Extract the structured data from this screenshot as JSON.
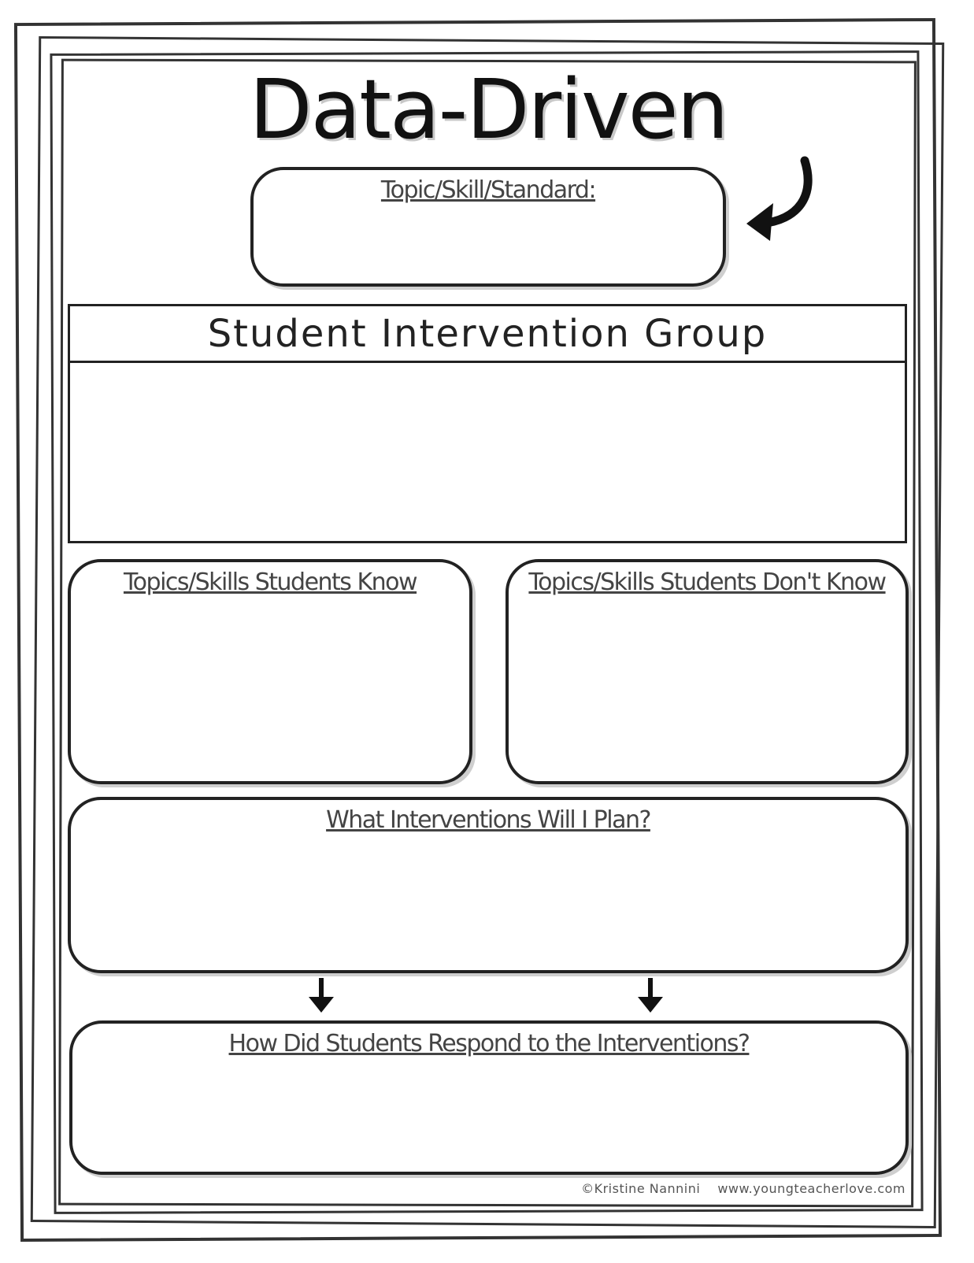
{
  "title": "Data-Driven Instruction",
  "topic_box": {
    "label": "Topic/Skill/Standard:"
  },
  "group_box": {
    "header": "Student Intervention Group"
  },
  "know_box": {
    "label": "Topics/Skills Students Know"
  },
  "dontknow_box": {
    "label": "Topics/Skills Students Don't Know"
  },
  "plan_box": {
    "label": "What Interventions Will I Plan?"
  },
  "respond_box": {
    "label": "How Did Students Respond to the Interventions?"
  },
  "footer": {
    "author": "©Kristine Nannini",
    "website": "www.youngteacherlove.com"
  }
}
